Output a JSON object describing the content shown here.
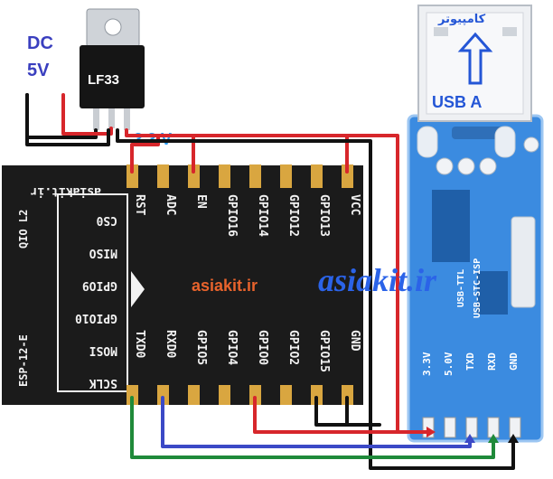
{
  "power": {
    "label_dc": "DC",
    "label_5v": "5V",
    "regulator": "LF33",
    "output_label": "3.3 V"
  },
  "usb": {
    "computer_label": "کامپیوتر",
    "port_label": "USB A"
  },
  "esp": {
    "silk_left": "ESP-12-E",
    "silk_qio": "QIO L2",
    "site": "asiakit.ir",
    "top_pins": [
      "RST",
      "ADC",
      "EN",
      "GPIO16",
      "GPIO14",
      "GPIO12",
      "GPIO13",
      "VCC"
    ],
    "bottom_pins": [
      "TXD0",
      "RXD0",
      "GPIO5",
      "GPIO4",
      "GPIO0",
      "GPIO2",
      "GPIO15",
      "GND"
    ],
    "left_pins": [
      "CS0",
      "MISO",
      "GPIO9",
      "GPIO10",
      "MOSI",
      "SCLK"
    ]
  },
  "board": {
    "label_1": "USB-TTL",
    "label_2": "USB-STC-ISP",
    "pins": [
      "3.3V",
      "5.0V",
      "TXD",
      "RXD",
      "GND"
    ]
  },
  "watermarks": {
    "center": "asiakit.ir",
    "script": "asiakit.ir"
  },
  "colors": {
    "red": "#d7262b",
    "black": "#111111",
    "blue": "#3b49c6",
    "green": "#1f8a3a",
    "pcb": "#1b1b1b",
    "board": "#2f7fd2",
    "gold": "#d9a640"
  }
}
